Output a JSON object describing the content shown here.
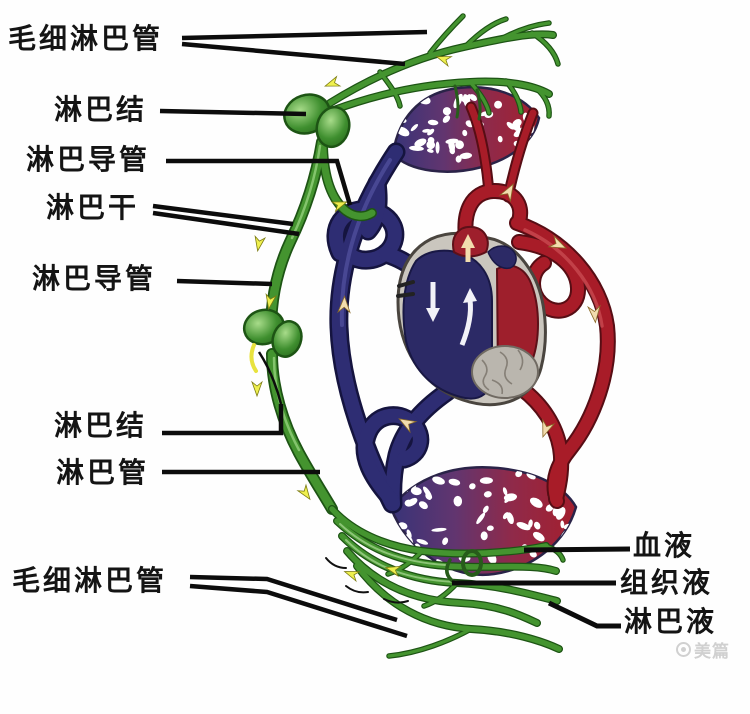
{
  "figure": {
    "left_labels": [
      {
        "id": "capillary-lymph-vessel-top",
        "text": "毛细淋巴管"
      },
      {
        "id": "lymph-node-top",
        "text": "淋巴结"
      },
      {
        "id": "lymph-duct-top",
        "text": "淋巴导管"
      },
      {
        "id": "lymph-trunk",
        "text": "淋巴干"
      },
      {
        "id": "lymph-duct-mid",
        "text": "淋巴导管"
      },
      {
        "id": "lymph-node-lower",
        "text": "淋巴结"
      },
      {
        "id": "lymph-vessel",
        "text": "淋巴管"
      },
      {
        "id": "capillary-lymph-vessel-bottom",
        "text": "毛细淋巴管"
      }
    ],
    "right_labels": [
      {
        "id": "blood",
        "text": "血液"
      },
      {
        "id": "tissue-fluid",
        "text": "组织液"
      },
      {
        "id": "lymph-fluid",
        "text": "淋巴液"
      }
    ],
    "watermark": "美篇",
    "colors": {
      "artery": "#a81c28",
      "vein": "#2e2d73",
      "lymph_vessel": "#44942f",
      "label_line": "#0c0c0c",
      "flow_arrow_yellow": "#eff04f",
      "flow_arrow_cream": "#f2dcae"
    }
  }
}
